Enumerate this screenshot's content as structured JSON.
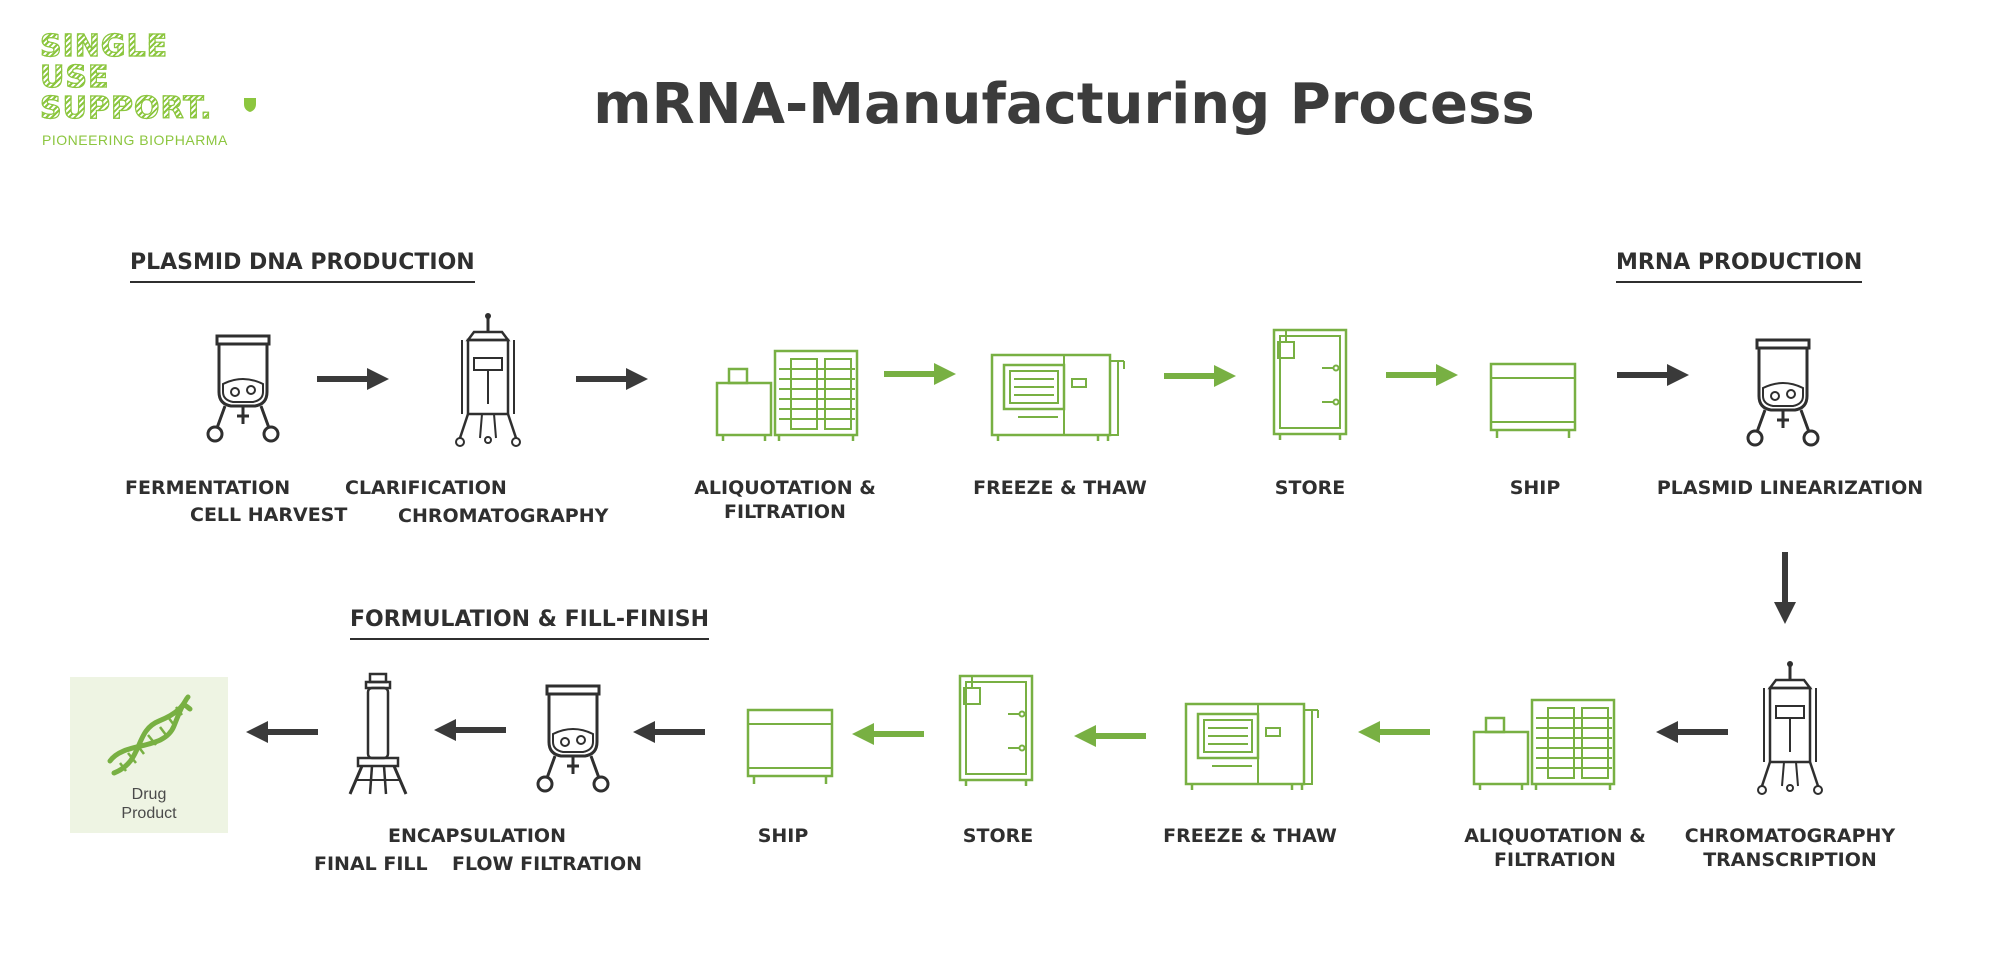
{
  "logo": {
    "lines": [
      "SINGLE",
      "USE",
      "SUPPORT."
    ],
    "tagline": "PIONEERING BIOPHARMA",
    "brand_color": "#8cc63f"
  },
  "title": "mRNA-Manufacturing Process",
  "sections": {
    "plasmid": "PLASMID DNA PRODUCTION",
    "mrna": "MRNA PRODUCTION",
    "formulation": "FORMULATION & FILL-FINISH"
  },
  "row1_labels": {
    "fermentation": "FERMENTATION",
    "cell_harvest": "CELL HARVEST",
    "clarification": "CLARIFICATION",
    "chromatography": "CHROMATOGRAPHY",
    "aliquotation": [
      "ALIQUOTATION &",
      "FILTRATION"
    ],
    "freeze_thaw": "FREEZE & THAW",
    "store": "STORE",
    "ship": "SHIP",
    "plasmid_linearization": "PLASMID LINEARIZATION"
  },
  "row2_labels": {
    "chrom_transcription": [
      "CHROMATOGRAPHY",
      "TRANSCRIPTION"
    ],
    "aliquotation": [
      "ALIQUOTATION &",
      "FILTRATION"
    ],
    "freeze_thaw": "FREEZE & THAW",
    "store": "STORE",
    "ship": "SHIP",
    "encapsulation": "ENCAPSULATION",
    "final_fill": "FINAL FILL",
    "flow_filtration": "FLOW FILTRATION"
  },
  "drug_product": [
    "Drug",
    "Product"
  ],
  "colors": {
    "green": "#78b043",
    "dark": "#2f2f2f",
    "drug_bg": "#eef4e3"
  },
  "icons": {
    "bioreactor": "bioreactor-icon",
    "chromatography_column": "chromatography-column-icon",
    "aliquot_station": "aliquot-station-icon",
    "freezer": "freeze-thaw-unit-icon",
    "storage_cabinet": "storage-cabinet-icon",
    "shipping_container": "shipping-container-icon",
    "filter_column": "filter-column-icon",
    "dna": "dna-helix-icon"
  }
}
